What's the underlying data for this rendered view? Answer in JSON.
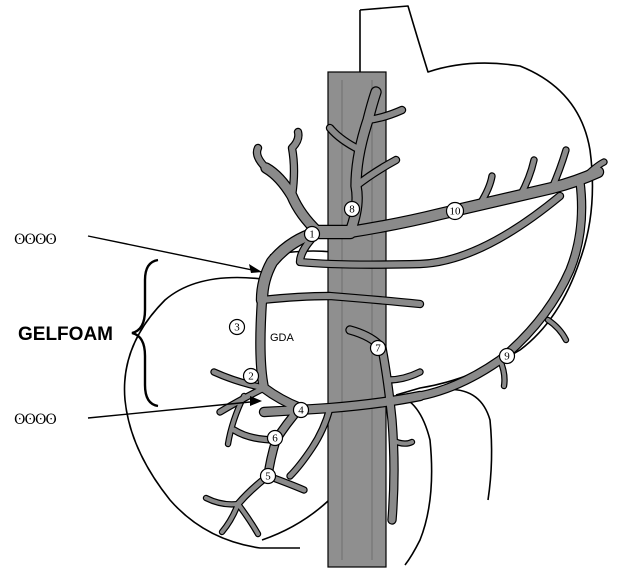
{
  "labels": {
    "gelfoam": "GELFOAM",
    "gda": "GDA",
    "coil_upper": "ʘʘʘʘ",
    "coil_lower": "ʘʘʘʘ"
  },
  "numbered_markers": [
    {
      "id": "m1",
      "text": "1"
    },
    {
      "id": "m2",
      "text": "2"
    },
    {
      "id": "m3",
      "text": "3"
    },
    {
      "id": "m4",
      "text": "4"
    },
    {
      "id": "m5",
      "text": "5"
    },
    {
      "id": "m6",
      "text": "6"
    },
    {
      "id": "m7",
      "text": "7"
    },
    {
      "id": "m8",
      "text": "8"
    },
    {
      "id": "m9",
      "text": "9"
    },
    {
      "id": "m10",
      "text": "10"
    }
  ],
  "colors": {
    "vessel_fill": "#8a8a8a",
    "aorta_fill": "#8f8f8f",
    "outline": "#000000",
    "background": "#ffffff"
  }
}
